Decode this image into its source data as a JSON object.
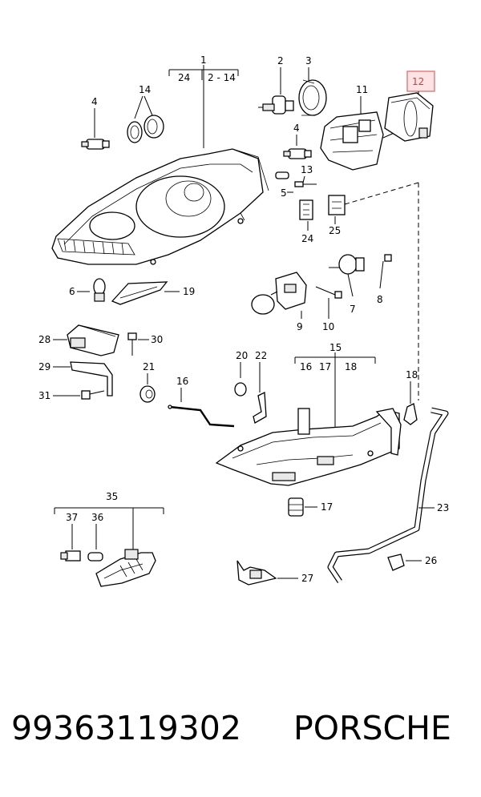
{
  "diagram": {
    "callouts": {
      "c1": "1",
      "c2": "2",
      "c3": "3",
      "c4a": "4",
      "c4b": "4",
      "c5": "5",
      "c6": "6",
      "c7": "7",
      "c8": "8",
      "c9": "9",
      "c10": "10",
      "c11": "11",
      "c12": "12",
      "c13": "13",
      "c14": "14",
      "c15": "15",
      "c16": "16",
      "c17": "17",
      "c18": "18",
      "c19": "19",
      "c20": "20",
      "c21": "21",
      "c22": "22",
      "c23": "23",
      "c24": "24",
      "c25": "25",
      "c26": "26",
      "c27": "27",
      "c28": "28",
      "c29": "29",
      "c30": "30",
      "c31": "31",
      "c35": "35",
      "c36": "36",
      "c37": "37"
    },
    "groups": {
      "g1_left": "24",
      "g1_right": "2 - 14",
      "g15_a": "16",
      "g15_b": "17",
      "g15_c": "18"
    },
    "highlight_color": "#e06565"
  },
  "footer": {
    "part_number": "99363119302",
    "brand": "PORSCHE"
  }
}
